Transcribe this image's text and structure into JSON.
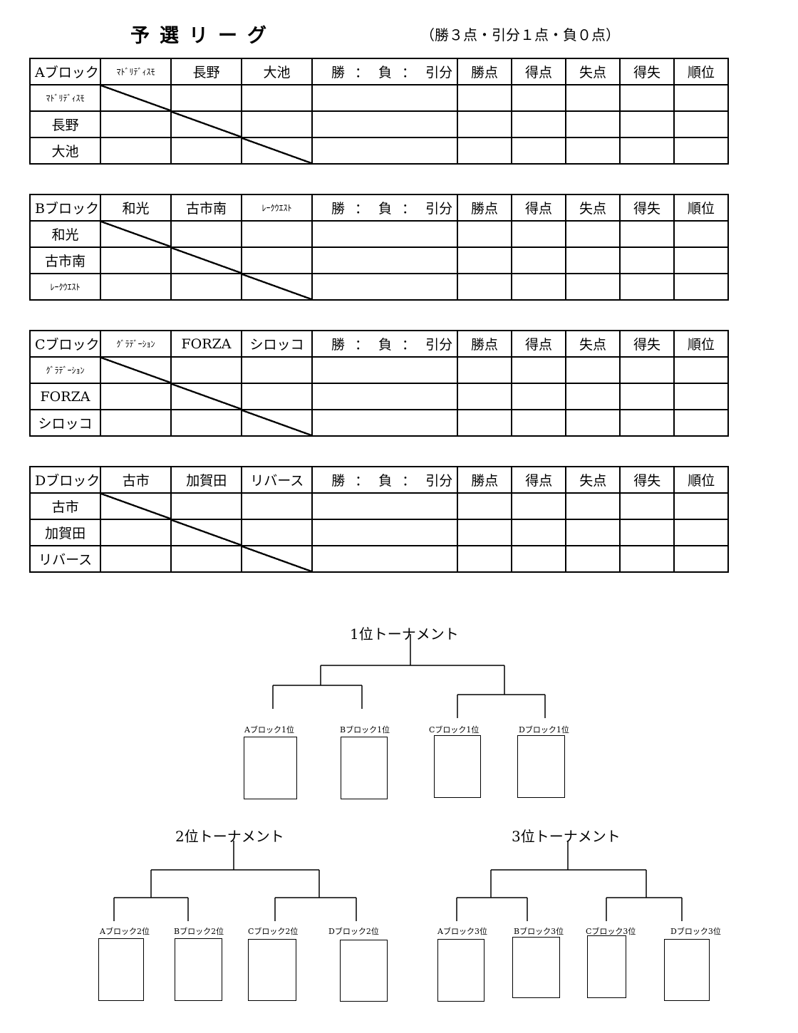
{
  "title": "予選リーグ",
  "scoring": "（勝３点・引分１点・負０点）",
  "columns": {
    "wl_win": "勝",
    "wl_sep": "：",
    "wl_loss": "負",
    "wl_draw": "引分",
    "points": "勝点",
    "goals_for": "得点",
    "goals_against": "失点",
    "goal_diff": "得失",
    "rank": "順位"
  },
  "blocks": [
    {
      "name": "Aブロック",
      "teams": [
        "ﾏﾄﾞﾘﾃﾞｨｽﾓ",
        "長野",
        "大池"
      ]
    },
    {
      "name": "Bブロック",
      "teams": [
        "和光",
        "古市南",
        "ﾚｰｸｳｴｽﾄ"
      ]
    },
    {
      "name": "Cブロック",
      "teams": [
        "ｸﾞﾗﾃﾞｰｼｮﾝ",
        "FORZA",
        "シロッコ"
      ]
    },
    {
      "name": "Dブロック",
      "teams": [
        "古市",
        "加賀田",
        "リバース"
      ]
    }
  ],
  "tournaments": {
    "first": {
      "title": "1位トーナメント",
      "slots": [
        "Aブロック1位",
        "Bブロック1位",
        "Cブロック1位",
        "Dブロック1位"
      ]
    },
    "second": {
      "title": "2位トーナメント",
      "slots": [
        "Aブロック2位",
        "Bブロック2位",
        "Cブロック2位",
        "Dブロック2位"
      ]
    },
    "third": {
      "title": "3位トーナメント",
      "slots": [
        "Aブロック3位",
        "Bブロック3位",
        "Cブロック3位",
        "Dブロック3位"
      ]
    }
  }
}
